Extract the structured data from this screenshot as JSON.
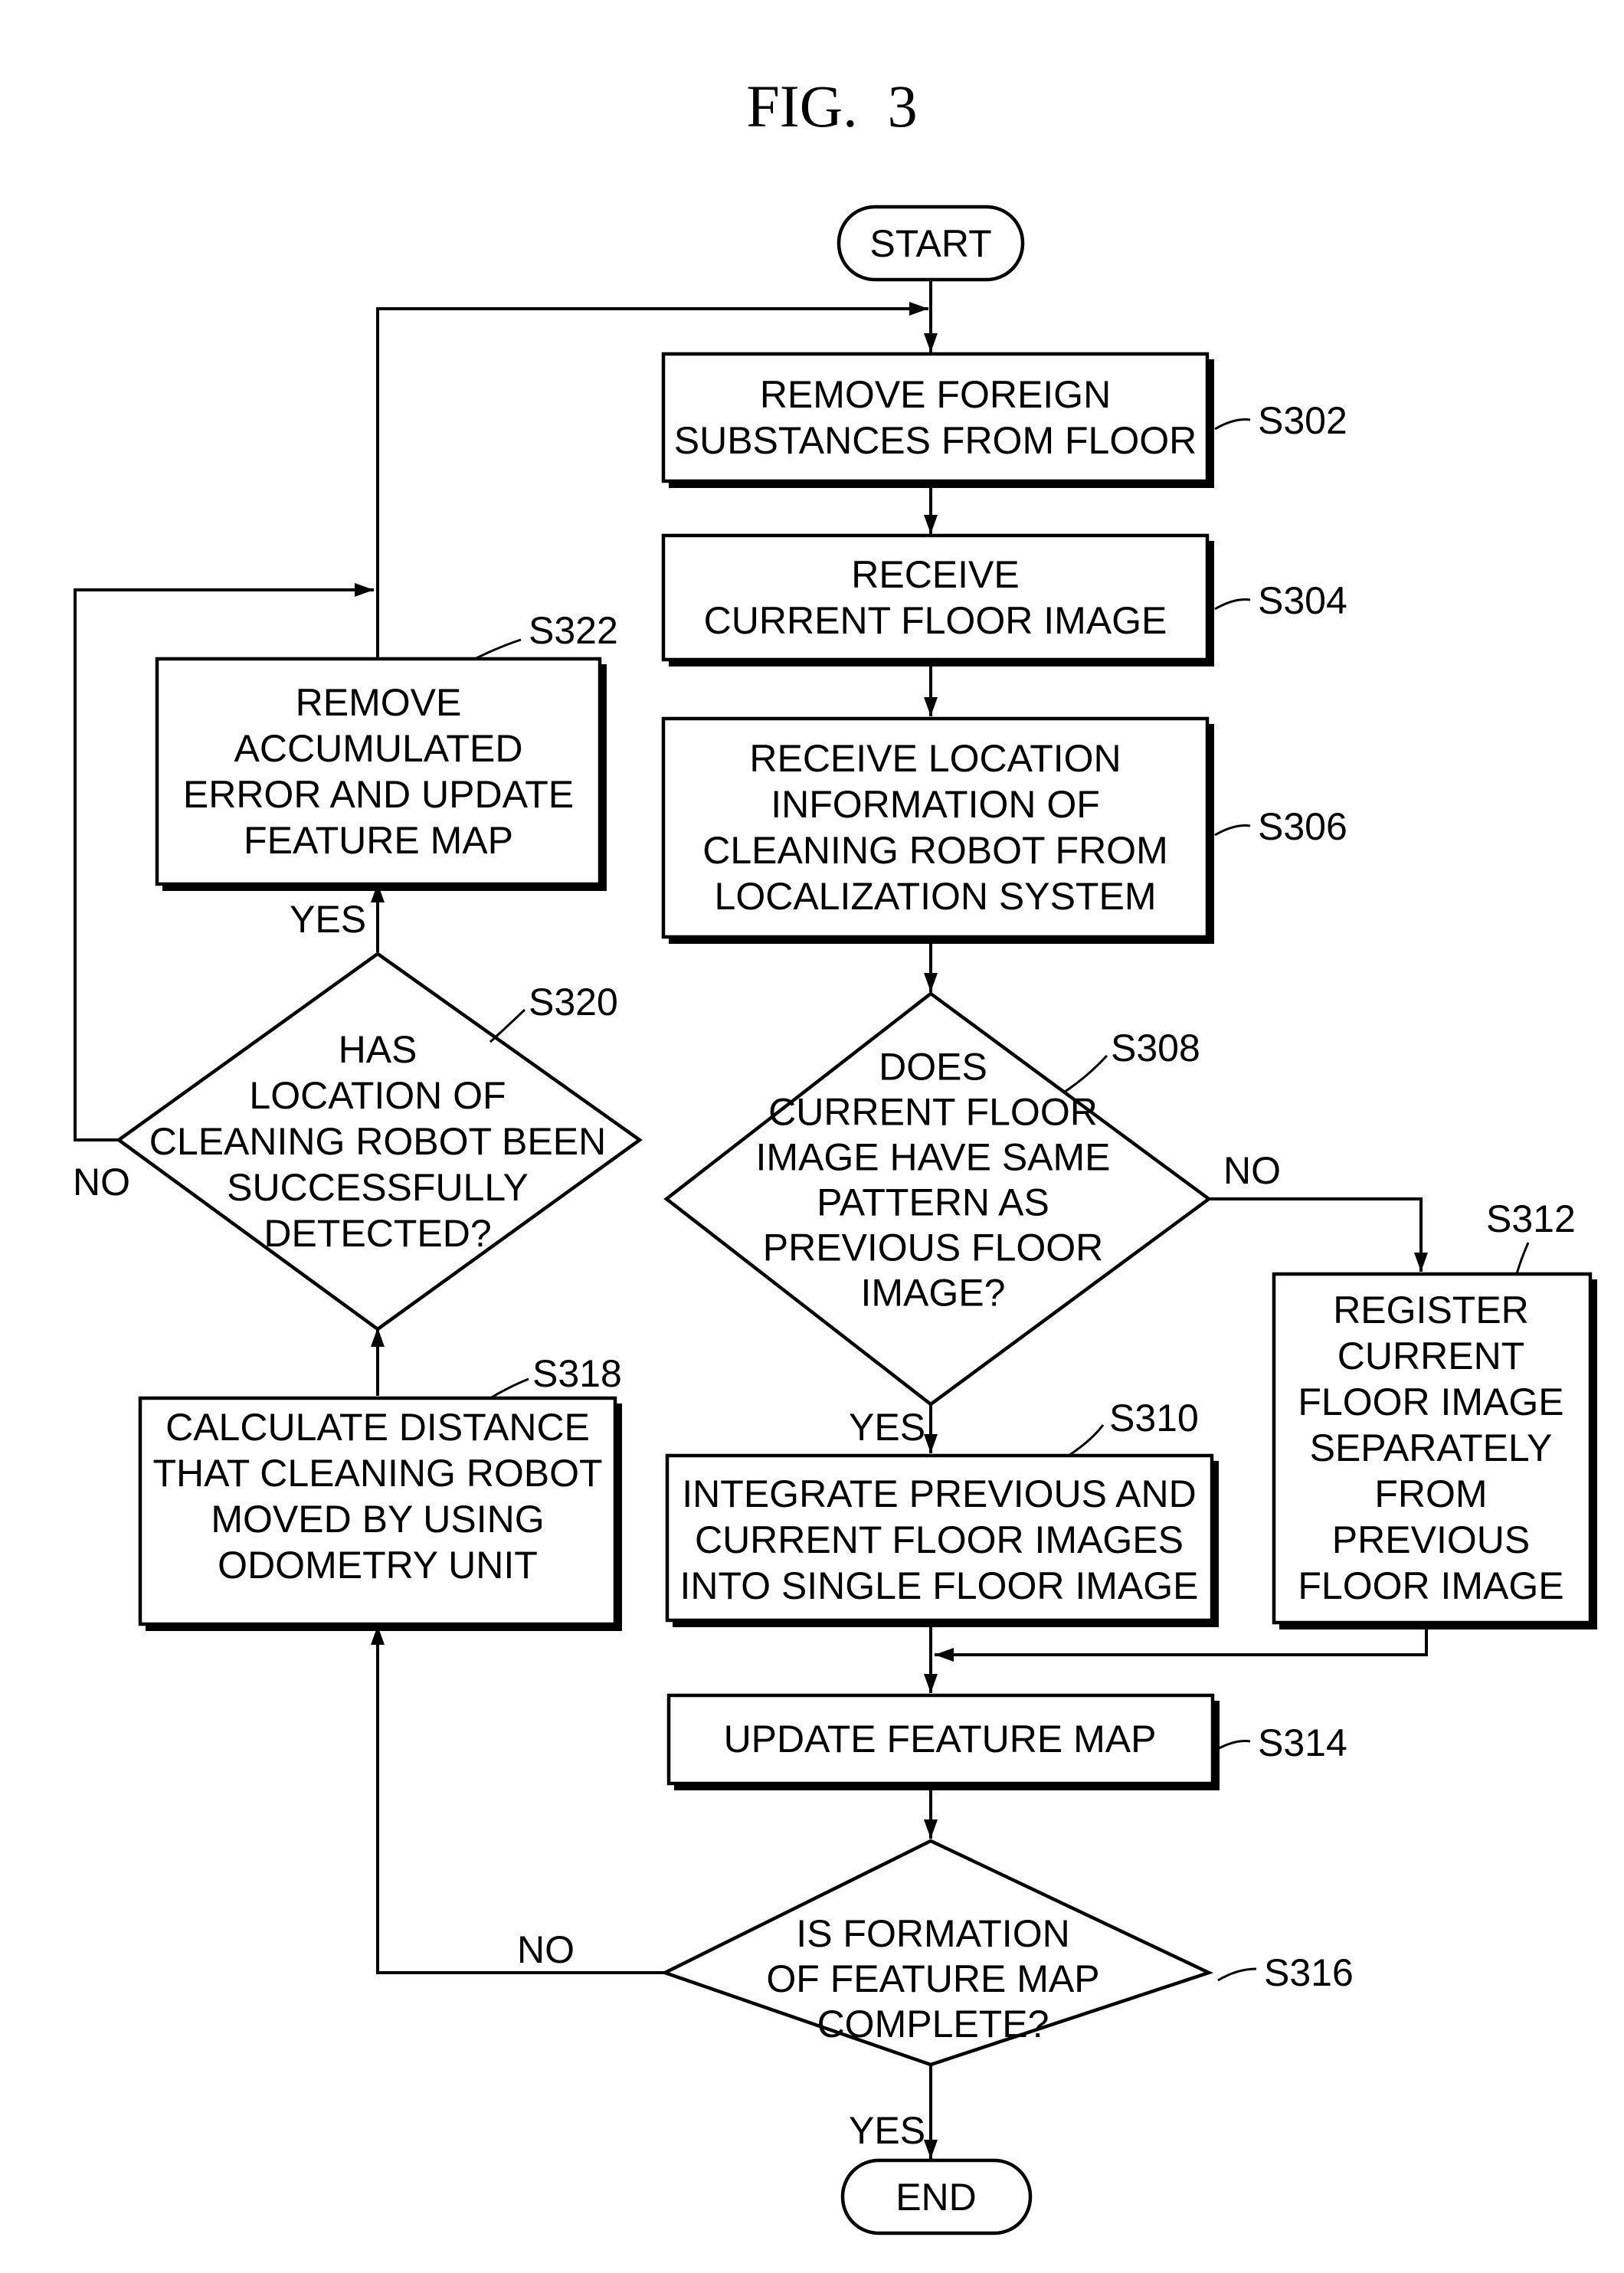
{
  "figure": {
    "title": "FIG.  3"
  },
  "nodes": {
    "start": {
      "lines": [
        "START"
      ]
    },
    "s302": {
      "label": "S302",
      "lines": [
        "REMOVE FOREIGN",
        "SUBSTANCES FROM FLOOR"
      ]
    },
    "s304": {
      "label": "S304",
      "lines": [
        "RECEIVE",
        "CURRENT FLOOR IMAGE"
      ]
    },
    "s306": {
      "label": "S306",
      "lines": [
        "RECEIVE LOCATION",
        "INFORMATION OF",
        "CLEANING ROBOT FROM",
        "LOCALIZATION SYSTEM"
      ]
    },
    "s308": {
      "label": "S308",
      "lines": [
        "DOES",
        "CURRENT FLOOR",
        "IMAGE HAVE SAME",
        "PATTERN AS",
        "PREVIOUS FLOOR",
        "IMAGE?"
      ]
    },
    "s310": {
      "label": "S310",
      "lines": [
        "INTEGRATE PREVIOUS AND",
        "CURRENT FLOOR IMAGES",
        "INTO SINGLE FLOOR IMAGE"
      ]
    },
    "s312": {
      "label": "S312",
      "lines": [
        "REGISTER",
        "CURRENT",
        "FLOOR IMAGE",
        "SEPARATELY",
        "FROM",
        "PREVIOUS",
        "FLOOR IMAGE"
      ]
    },
    "s314": {
      "label": "S314",
      "lines": [
        "UPDATE FEATURE MAP"
      ]
    },
    "s316": {
      "label": "S316",
      "lines": [
        "IS FORMATION",
        "OF FEATURE MAP",
        "COMPLETE?"
      ]
    },
    "s318": {
      "label": "S318",
      "lines": [
        "CALCULATE DISTANCE",
        "THAT CLEANING ROBOT",
        "MOVED BY USING",
        "ODOMETRY UNIT"
      ]
    },
    "s320": {
      "label": "S320",
      "lines": [
        "HAS",
        "LOCATION OF",
        "CLEANING ROBOT BEEN",
        "SUCCESSFULLY",
        "DETECTED?"
      ]
    },
    "s322": {
      "label": "S322",
      "lines": [
        "REMOVE",
        "ACCUMULATED",
        "ERROR AND UPDATE",
        "FEATURE MAP"
      ]
    },
    "end": {
      "lines": [
        "END"
      ]
    }
  },
  "edge_labels": {
    "s308_no": "NO",
    "s308_yes": "YES",
    "s316_no": "NO",
    "s316_yes": "YES",
    "s320_yes": "YES",
    "s320_no": "NO"
  }
}
